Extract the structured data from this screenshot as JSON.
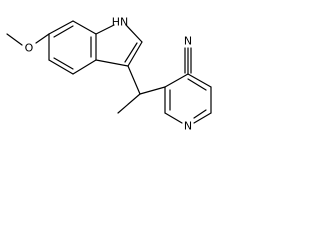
{
  "molecule": {
    "atom_labels": {
      "methoxy_oxygen": "O",
      "indole_nh": "HN",
      "nitrile_nitrogen": "N",
      "pyridine_nitrogen": "N"
    }
  }
}
